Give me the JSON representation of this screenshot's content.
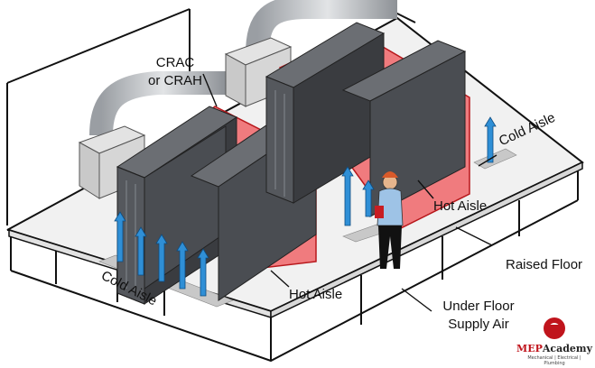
{
  "labels": {
    "crac_line1": "CRAC",
    "crac_line2": "or CRAH",
    "cold_aisle_top": "Cold Aisle",
    "hot_aisle_right": "Hot Aisle",
    "raised_floor": "Raised Floor",
    "cold_aisle_front": "Cold Aisle",
    "hot_aisle_front": "Hot Aisle",
    "under_floor_line1": "Under Floor",
    "under_floor_line2": "Supply Air"
  },
  "logo": {
    "name_prefix": "MEP",
    "name_suffix": "Academy",
    "tagline": "Mechanical | Electrical | Plumbing"
  },
  "colors": {
    "hot_air": "#e8262a",
    "hot_aisle_fill": "#f05a5e",
    "cold_air": "#2f8fd6",
    "rack": "#4a4d52",
    "floor": "#f1f1f1",
    "logo_red": "#c0141c"
  }
}
